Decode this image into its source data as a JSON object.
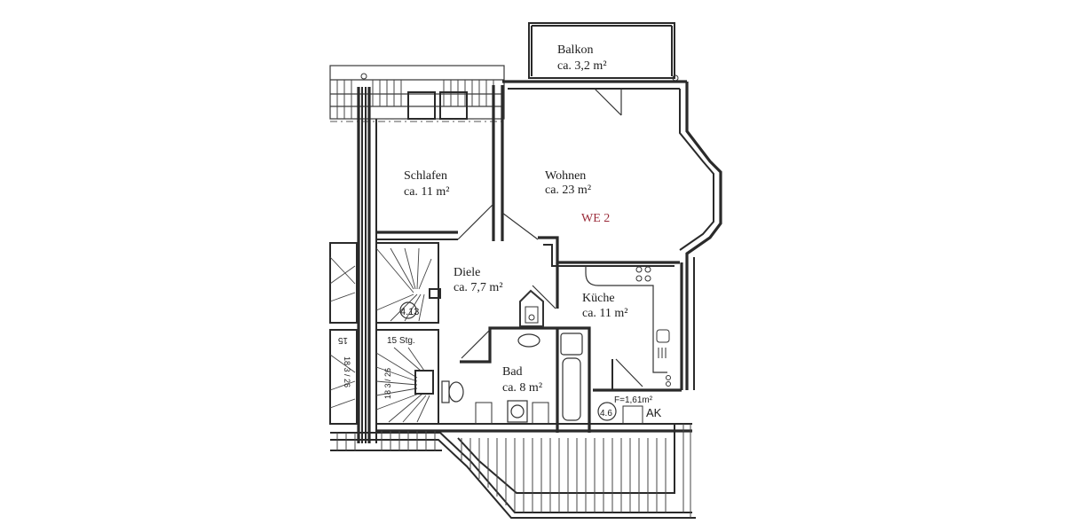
{
  "plan": {
    "unit_label": "WE 2",
    "unit_label_color": "#9b2c3a",
    "rooms": [
      {
        "name": "Balkon",
        "area": "ca. 3,2 m²"
      },
      {
        "name": "Wohnen",
        "area": "ca. 23 m²"
      },
      {
        "name": "Schlafen",
        "area": "ca. 11 m²"
      },
      {
        "name": "Diele",
        "area": "ca. 7,7 m²"
      },
      {
        "name": "Küche",
        "area": "ca. 11 m²"
      },
      {
        "name": "Bad",
        "area": "ca. 8 m²"
      }
    ],
    "annotations": {
      "stair_mark_upper": "4.13",
      "stair_steps": "15 Stg.",
      "stair_dim_right": "18 3 / 26",
      "stair_dim_left": "18 3 / 26",
      "stair_num_left": "15",
      "room_mark_ak": "4.6",
      "ak_area": "F=1,61m²",
      "ak_label": "AK"
    },
    "colors": {
      "line": "#2a2a2a",
      "background": "#ffffff"
    }
  }
}
